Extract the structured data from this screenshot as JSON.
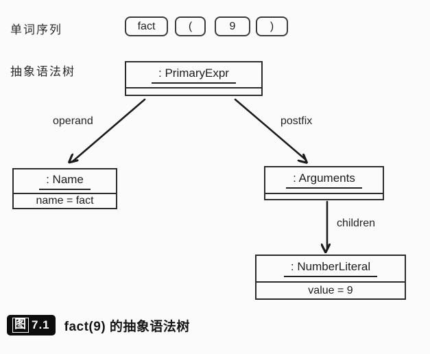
{
  "page": {
    "background_color": "#fbfbfb",
    "ink_color": "#1c1c1c"
  },
  "labels": {
    "token_sequence": "单词序列",
    "ast": "抽象语法树"
  },
  "tokens": [
    "fact",
    "(",
    "9",
    ")"
  ],
  "tree": {
    "nodes": [
      {
        "id": "primary-expr",
        "title": ": PrimaryExpr",
        "attrs": []
      },
      {
        "id": "name",
        "title": ": Name",
        "attrs": [
          "name = fact"
        ]
      },
      {
        "id": "arguments",
        "title": ": Arguments",
        "attrs": []
      },
      {
        "id": "number-literal",
        "title": ": NumberLiteral",
        "attrs": [
          "value = 9"
        ]
      }
    ],
    "edges": [
      {
        "from": "primary-expr",
        "to": "name",
        "label": "operand"
      },
      {
        "from": "primary-expr",
        "to": "arguments",
        "label": "postfix"
      },
      {
        "from": "arguments",
        "to": "number-literal",
        "label": "children"
      }
    ]
  },
  "caption": {
    "badge_prefix": "图",
    "badge_number": "7.1",
    "text": "fact(9) 的抽象语法树"
  }
}
